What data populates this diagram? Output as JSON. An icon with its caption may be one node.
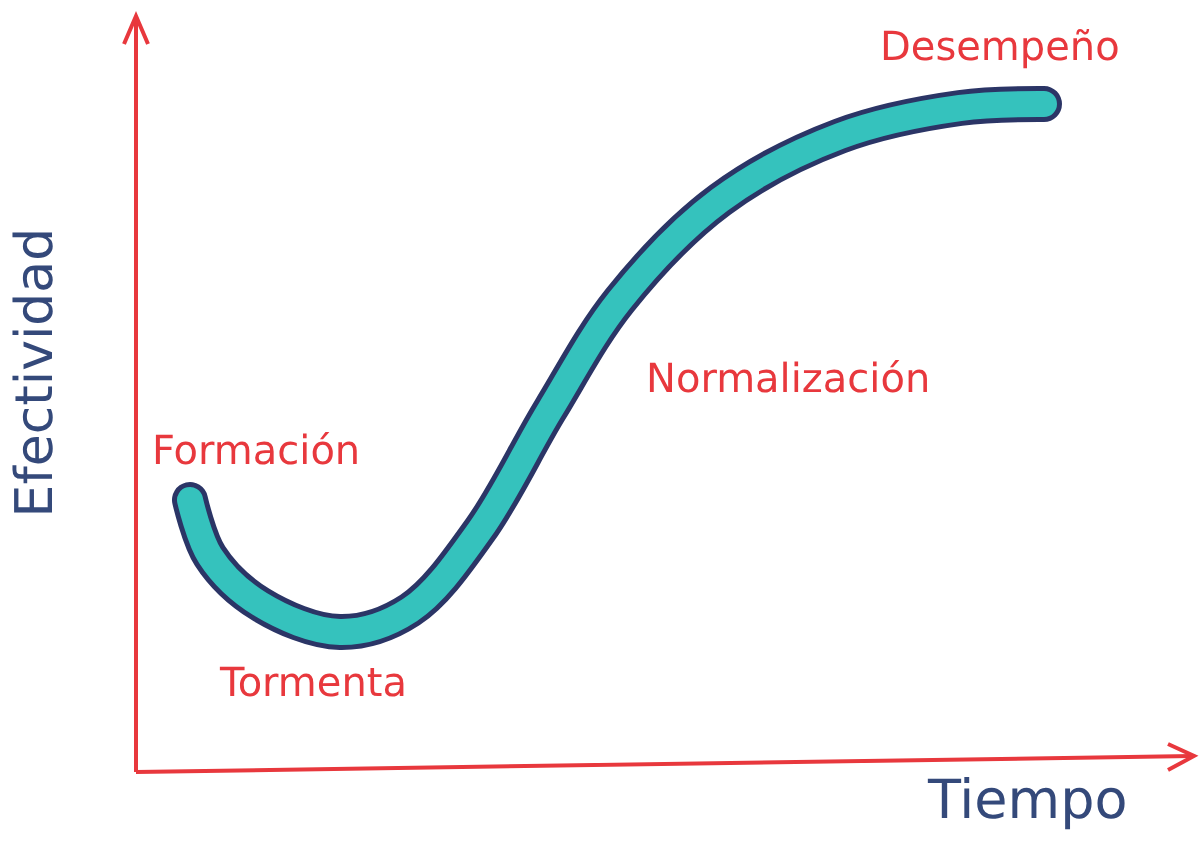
{
  "diagram": {
    "labels": [
      "Desempeño",
      "Efectividad",
      "Normalización",
      "Formación",
      "Tormenta",
      "Tiempo"
    ]
  }
}
